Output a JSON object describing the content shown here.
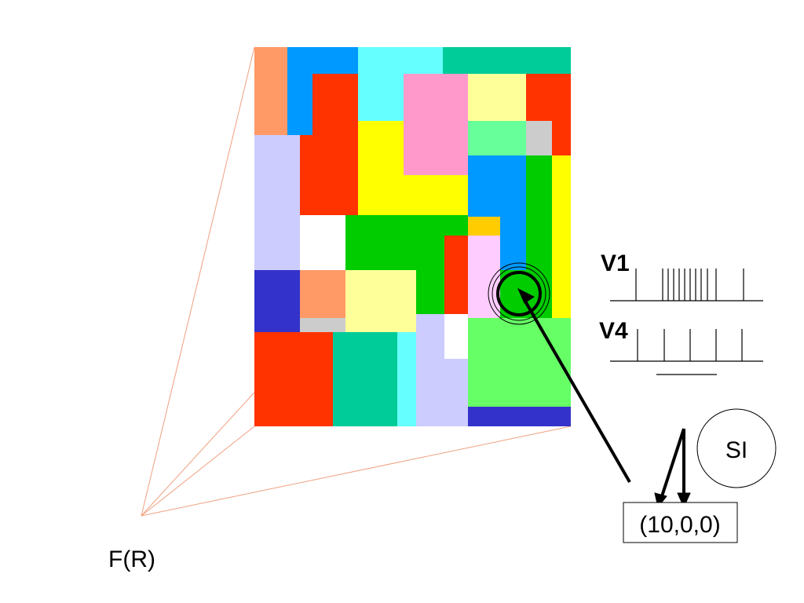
{
  "labels": {
    "f_r": "F(R)",
    "v1": "V1",
    "v4": "V4",
    "si": "SI",
    "triplet": "(10,0,0)"
  },
  "colors": {
    "projection_lines": "#f0a080",
    "stroke": "#000000",
    "salmon": "#ff9966",
    "blue": "#0099ff",
    "cyan": "#66ffff",
    "teal": "#00cc99",
    "red": "#ff3300",
    "pink": "#ff99cc",
    "light_yellow": "#ffff99",
    "lavender": "#ccccff",
    "mint": "#66ff99",
    "gray": "#cccccc",
    "yellow": "#ffff00",
    "green": "#00cc00",
    "white": "#ffffff",
    "orange": "#ffcc00",
    "light_pink": "#ffccff",
    "dark_blue": "#3333cc",
    "light_green": "#66ff66"
  }
}
